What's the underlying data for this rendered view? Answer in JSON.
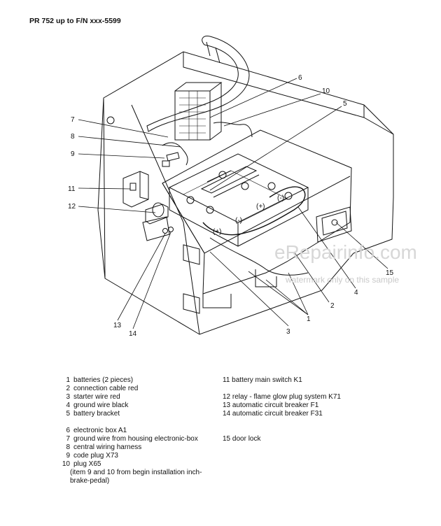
{
  "header": {
    "title": "PR 752 up to F/N xxx-5599"
  },
  "callouts": [
    "6",
    "10",
    "5",
    "7",
    "8",
    "9",
    "11",
    "12",
    "13",
    "14",
    "3",
    "1",
    "2",
    "4",
    "15"
  ],
  "watermark": {
    "main": "eRepairinfo.com",
    "sub": "watermark only on this sample"
  },
  "polarity": {
    "plus": "(+)",
    "minus": "(-)"
  },
  "legend_left": [
    {
      "num": "1",
      "text": "batteries (2 pieces)"
    },
    {
      "num": "2",
      "text": "connection cable red"
    },
    {
      "num": "3",
      "text": "starter wire red"
    },
    {
      "num": "4",
      "text": "ground wire black"
    },
    {
      "num": "5",
      "text": "battery bracket"
    },
    {
      "num": "6",
      "text": "electronic box A1"
    },
    {
      "num": "7",
      "text": "ground wire from housing electronic-box"
    },
    {
      "num": "8",
      "text": "central wiring harness"
    },
    {
      "num": "9",
      "text": "code plug X73"
    },
    {
      "num": "10",
      "text": "plug X65"
    }
  ],
  "legend_left_note": "(item 9 and 10 from begin installation inch-brake-pedal)",
  "legend_right": [
    {
      "num": "11",
      "text": "battery main switch K1"
    },
    {
      "num": "12",
      "text": "relay - flame glow plug system K71"
    },
    {
      "num": "13",
      "text": "automatic circuit breaker F1"
    },
    {
      "num": "14",
      "text": "automatic circuit breaker F31"
    },
    {
      "num": "15",
      "text": "door lock"
    }
  ]
}
